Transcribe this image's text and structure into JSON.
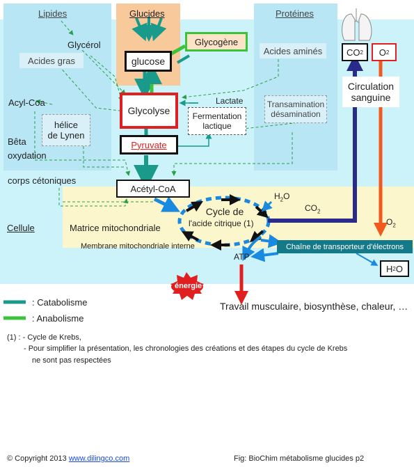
{
  "headers": {
    "lipides": "Lipides",
    "glucides": "Glucides",
    "proteines": "Protéines"
  },
  "lipides": {
    "glycerol": "Glycérol",
    "acides_gras": "Acides gras",
    "acyl_coa": "Acyl-Coa",
    "helice_line1": "hélice",
    "helice_line2": "de Lynen",
    "beta_line1": "Bêta",
    "beta_line2": "oxydation",
    "corps_cetoniques": "corps cétoniques"
  },
  "glucides": {
    "glucose": "glucose",
    "glycogene": "Glycogène",
    "glycolyse": "Glycolyse",
    "lactate": "Lactate",
    "fermentation_line1": "Fermentation",
    "fermentation_line2": "lactique",
    "pyruvate": "Pyruvate",
    "acetyl_coa": "Acétyl-CoA"
  },
  "proteines": {
    "acides_amines": "Acides aminés",
    "transamination": "Transamination",
    "desamination": "désamination"
  },
  "blood": {
    "co2": "CO",
    "co2_sub": "2",
    "o2": "O",
    "o2_sub": "2",
    "circulation_line1": "Circulation",
    "circulation_line2": "sanguine"
  },
  "cell": {
    "cellule": "Cellule",
    "matrice": "Matrice mitochondriale",
    "membrane": "Membrane mitochondriale interne",
    "krebs_line1": "Cycle de",
    "krebs_line2": "l'acide citrique (1)",
    "h2o_top": "H",
    "h2o_top_sub": "2",
    "h2o_top_end": "O",
    "co2_label": "CO",
    "co2_label_sub": "2",
    "o2_label": "O",
    "o2_label_sub": "2",
    "chaine": "Chaîne de transporteur d'électrons",
    "atp": "ATP",
    "h2o_box": "H",
    "h2o_box_sub": "2",
    "h2o_box_end": "O",
    "energie": "énergie",
    "travail": "Travail musculaire, biosynthèse, chaleur, …"
  },
  "legend": {
    "catabolisme": ": Catabolisme",
    "anabolisme": ": Anabolisme",
    "catabolisme_color": "#1a9a8a",
    "anabolisme_color": "#3cc33c"
  },
  "notes": {
    "line1": "(1) : - Cycle de Krebs,",
    "line2": "- Pour simplifier la présentation, les chronologies des créations et des étapes du cycle de Krebs",
    "line3": "ne sont pas respectées"
  },
  "footer": {
    "copyright_prefix": "© Copyright 2013 ",
    "link": "www.dilingco.com",
    "fig": "Fig: BioChim métabolisme glucides p2"
  },
  "colors": {
    "blood_bg": "#ccf2fa",
    "column_bg": "#c8ecf7",
    "glucides_bg": "#f8c99a",
    "matrix_bg": "#fbf6cc",
    "red": "#e02020",
    "blue": "#1a8ae0",
    "navy": "#2a2a8a",
    "orange": "#f05a1e",
    "teal": "#1a9a8a",
    "green": "#3cc33c",
    "chaine_bg": "#147a8a"
  }
}
